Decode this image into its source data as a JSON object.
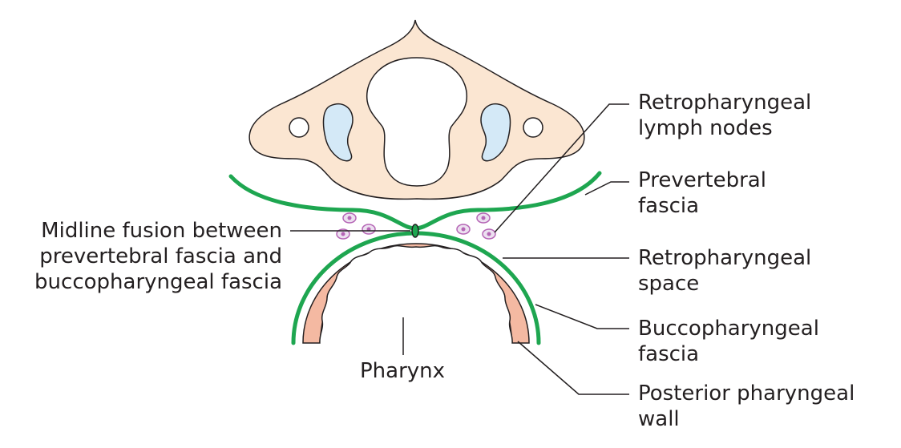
{
  "labels": {
    "retropharyngeal_lymph_nodes": [
      "Retropharyngeal",
      "lymph nodes"
    ],
    "prevertebral_fascia": [
      "Prevertebral",
      "fascia"
    ],
    "midline_fusion": [
      "Midline fusion between",
      "prevertebral fascia and",
      "buccopharyngeal fascia"
    ],
    "retropharyngeal_space": [
      "Retropharyngeal",
      "space"
    ],
    "buccopharyngeal_fascia": [
      "Buccopharyngeal",
      "fascia"
    ],
    "posterior_pharyngeal_wall": [
      "Posterior pharyngeal",
      "wall"
    ],
    "pharynx": "Pharynx"
  },
  "colors": {
    "vertebra_fill": "#fbe6d2",
    "vertebra_stroke": "#231f20",
    "foramen_fill": "#d4e9f7",
    "fascia_green": "#1ea650",
    "pharynx_wall": "#f4b9a2",
    "lymph_node": "#b565b5",
    "leader_line": "#231f20",
    "text": "#231f20"
  }
}
